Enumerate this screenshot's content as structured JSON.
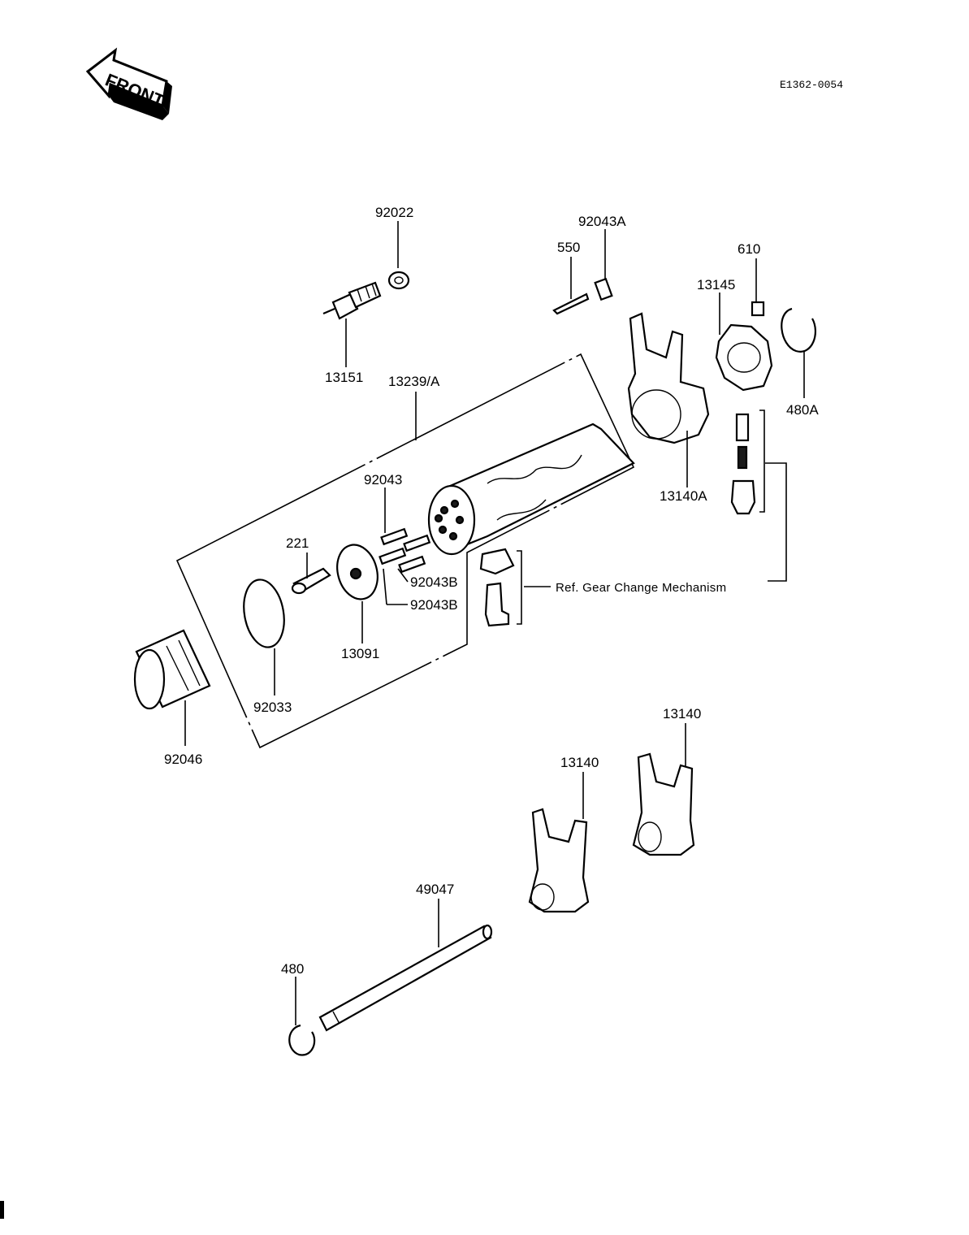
{
  "header": {
    "front_badge": "FRONT",
    "drawing_code": "E1362-0054"
  },
  "callouts": {
    "p92022": "92022",
    "p13151": "13151",
    "p550": "550",
    "p92043A": "92043A",
    "p610": "610",
    "p13145": "13145",
    "p480A": "480A",
    "p13239A": "13239/A",
    "p13140A": "13140A",
    "p92043": "92043",
    "p221": "221",
    "p92043B_1": "92043B",
    "p92043B_2": "92043B",
    "p13091": "13091",
    "p92033": "92033",
    "p92046": "92046",
    "p13140_right": "13140",
    "p13140_mid": "13140",
    "p49047": "49047",
    "p480": "480"
  },
  "reference_note": "Ref.  Gear Change Mechanism"
}
